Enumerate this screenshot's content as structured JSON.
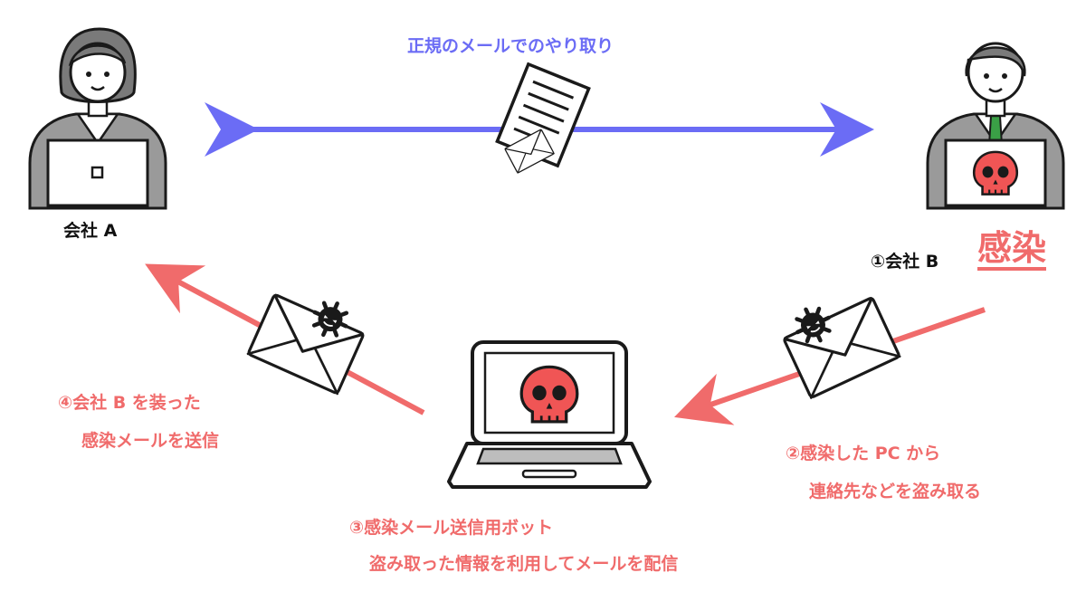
{
  "labels": {
    "legit_exchange": "正規のメールでのやり取り",
    "company_a": "会社 A",
    "company_b_infected_prefix": "①会社 B",
    "infected_word": "感染",
    "step2_line1": "②感染した PC から",
    "step2_line2": "連絡先などを盗み取る",
    "step3_line1": "③感染メール送信用ボット",
    "step3_line2": "盗み取った情報を利用してメールを配信",
    "step4_line1": "④会社 B を装った",
    "step4_line2": "感染メールを送信"
  },
  "colors": {
    "legit_arrow": "#6b6cf5",
    "infection_arrow": "#f06b6b",
    "skull": "#f05555",
    "outline": "#1a1a1a",
    "suit": "#9a9a9a",
    "tie": "#3aa046"
  },
  "icons": [
    "person-a-icon",
    "person-b-icon",
    "document-icon",
    "envelope-icon",
    "virus-envelope-icon",
    "bot-laptop-icon",
    "skull-icon"
  ]
}
